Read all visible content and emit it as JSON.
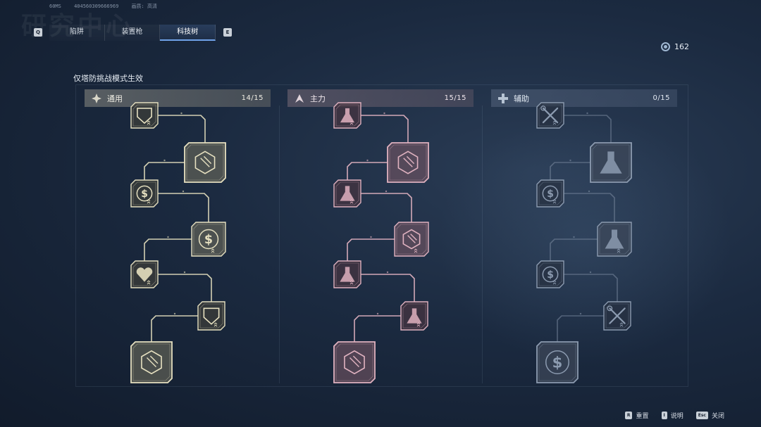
{
  "debug": {
    "fps": "60MS",
    "uid": "404560309666969",
    "quality": "画质: 高清"
  },
  "watermark": "研究中心",
  "tabs": {
    "prev_key": "Q",
    "next_key": "E",
    "items": [
      {
        "label": "陷阱"
      },
      {
        "label": "装置枪"
      },
      {
        "label": "科技树"
      }
    ],
    "active_index": 2
  },
  "currency": {
    "amount": "162",
    "icon": "coin-icon"
  },
  "notice": "仅塔防挑战模式生效",
  "columns": [
    {
      "title": "通用",
      "count": "14/15",
      "icon": "diamond-icon",
      "accent": "#e8e3c4"
    },
    {
      "title": "主力",
      "count": "15/15",
      "icon": "triangle-icon",
      "accent": "#e8b8c4"
    },
    {
      "title": "辅助",
      "count": "0/15",
      "icon": "plus-icon",
      "accent": "#9eaec2"
    }
  ],
  "footer": {
    "actions": [
      {
        "key": "R",
        "label": "重置"
      },
      {
        "key": "I",
        "label": "说明"
      },
      {
        "key": "Esc",
        "label": "关闭"
      }
    ]
  }
}
